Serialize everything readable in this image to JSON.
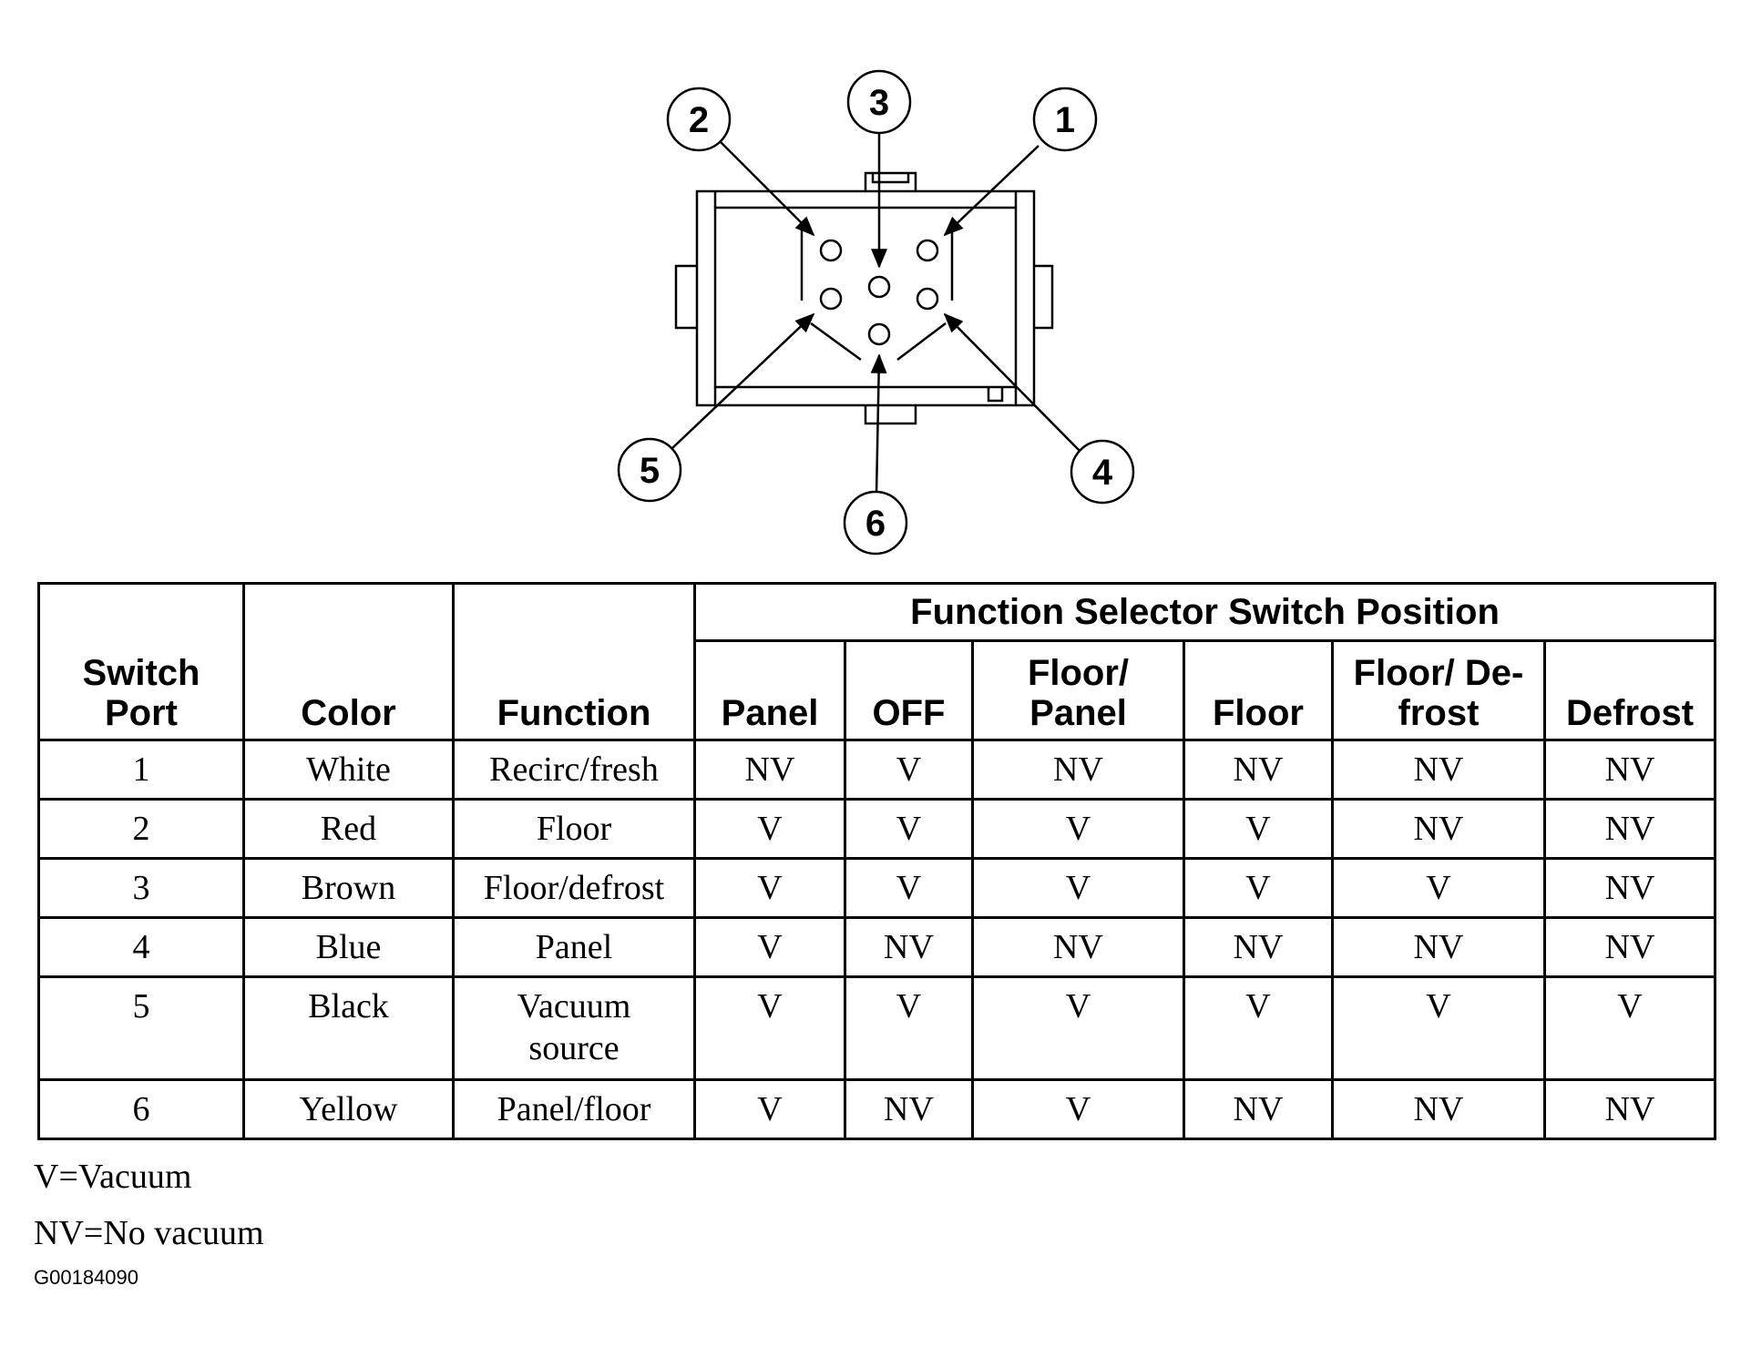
{
  "diagram": {
    "callouts": [
      "1",
      "2",
      "3",
      "4",
      "5",
      "6"
    ]
  },
  "table": {
    "header": {
      "switch_port": "Switch Port",
      "color": "Color",
      "function": "Function",
      "group": "Function Selector Switch Position",
      "positions": [
        "Panel",
        "OFF",
        "Floor/ Panel",
        "Floor",
        "Floor/ De- frost",
        "Defrost"
      ]
    },
    "rows": [
      {
        "port": "1",
        "color": "White",
        "function": "Recirc/fresh",
        "values": [
          "NV",
          "V",
          "NV",
          "NV",
          "NV",
          "NV"
        ]
      },
      {
        "port": "2",
        "color": "Red",
        "function": "Floor",
        "values": [
          "V",
          "V",
          "V",
          "V",
          "NV",
          "NV"
        ]
      },
      {
        "port": "3",
        "color": "Brown",
        "function": "Floor/defrost",
        "values": [
          "V",
          "V",
          "V",
          "V",
          "V",
          "NV"
        ]
      },
      {
        "port": "4",
        "color": "Blue",
        "function": "Panel",
        "values": [
          "V",
          "NV",
          "NV",
          "NV",
          "NV",
          "NV"
        ]
      },
      {
        "port": "5",
        "color": "Black",
        "function": "Vacuum source",
        "values": [
          "V",
          "V",
          "V",
          "V",
          "V",
          "V"
        ]
      },
      {
        "port": "6",
        "color": "Yellow",
        "function": "Panel/floor",
        "values": [
          "V",
          "NV",
          "V",
          "NV",
          "NV",
          "NV"
        ]
      }
    ]
  },
  "legend": {
    "v": "V=Vacuum",
    "nv": "NV=No vacuum"
  },
  "figure_code": "G00184090"
}
